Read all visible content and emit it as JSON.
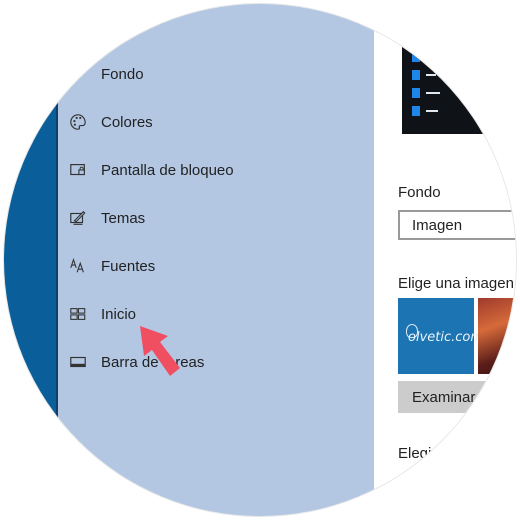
{
  "sidebar": {
    "items": [
      {
        "label": "Fondo",
        "icon": "image-icon"
      },
      {
        "label": "Colores",
        "icon": "palette-icon"
      },
      {
        "label": "Pantalla de bloqueo",
        "icon": "lock-screen-icon"
      },
      {
        "label": "Temas",
        "icon": "brush-icon"
      },
      {
        "label": "Fuentes",
        "icon": "font-icon"
      },
      {
        "label": "Inicio",
        "icon": "start-tiles-icon"
      },
      {
        "label": "Barra de tareas",
        "icon": "taskbar-icon"
      }
    ]
  },
  "main": {
    "background_label": "Fondo",
    "background_select_value": "Imagen",
    "choose_image_label": "Elige una imagen",
    "thumbnail_watermark": "olvetic.com",
    "browse_button_label": "Examinar",
    "bottom_label": "Elegi"
  },
  "colors": {
    "accent_strip": "#0a5f9a",
    "sidebar_bg": "#b3c7e3",
    "arrow": "#f04f61"
  }
}
